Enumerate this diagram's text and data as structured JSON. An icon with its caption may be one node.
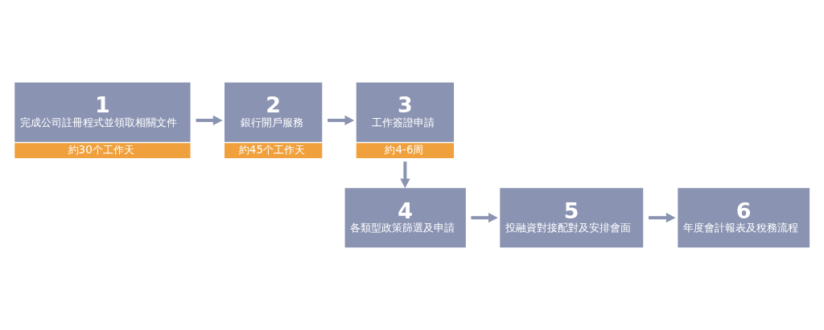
{
  "diagram": {
    "nodes": [
      {
        "text": [
          "1",
          "完成公司註冊程式並領取相關文件"
        ],
        "beside": [
          "約30个工作天"
        ]
      },
      {
        "text": [
          "2",
          "銀行開戶服務"
        ],
        "beside": [
          "約45个工作天"
        ]
      },
      {
        "text": [
          "3",
          "工作簽證申請"
        ],
        "beside": [
          "約4-6周"
        ]
      },
      {
        "text": [
          "4",
          "各類型政策篩選及申請"
        ]
      },
      {
        "text": [
          "5",
          "投融資對接配對及安排會面"
        ]
      },
      {
        "text": [
          "6",
          "年度會計報表及稅務流程"
        ]
      }
    ],
    "edges": [
      {
        "from": 0,
        "to": 1,
        "arrow": "to"
      },
      {
        "from": 1,
        "to": 2,
        "arrow": "to"
      },
      {
        "from": 2,
        "to": 3,
        "arrow": "to"
      },
      {
        "from": 3,
        "to": 4,
        "arrow": "to"
      },
      {
        "from": 4,
        "to": 5,
        "arrow": "to"
      }
    ]
  }
}
